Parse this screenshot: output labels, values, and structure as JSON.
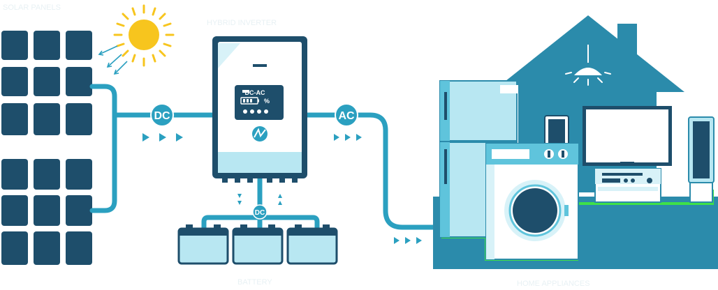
{
  "labels": {
    "dc_left": "DC",
    "ac": "AC",
    "dc_bottom": "DC",
    "inverter_mode": "DC-AC",
    "battery_percent": "%"
  },
  "captions": {
    "panels": "SOLAR PANELS",
    "inverter": "HYBRID INVERTER",
    "batteries": "BATTERY",
    "appliances": "HOME APPLIANCES"
  },
  "icons": {
    "sun": "sun-icon",
    "inverter_logo": "lightning-icon",
    "lamp": "ceiling-lamp-icon"
  },
  "colors": {
    "panel": "#1e4e6b",
    "cable": "#2ba0c0",
    "house": "#2b8bab",
    "appliance": "#5fc4dc",
    "appliance_light": "#b8e7f2",
    "sun": "#f7c51e",
    "ground": "#2b8bab",
    "grid_power": "#3ee048"
  }
}
